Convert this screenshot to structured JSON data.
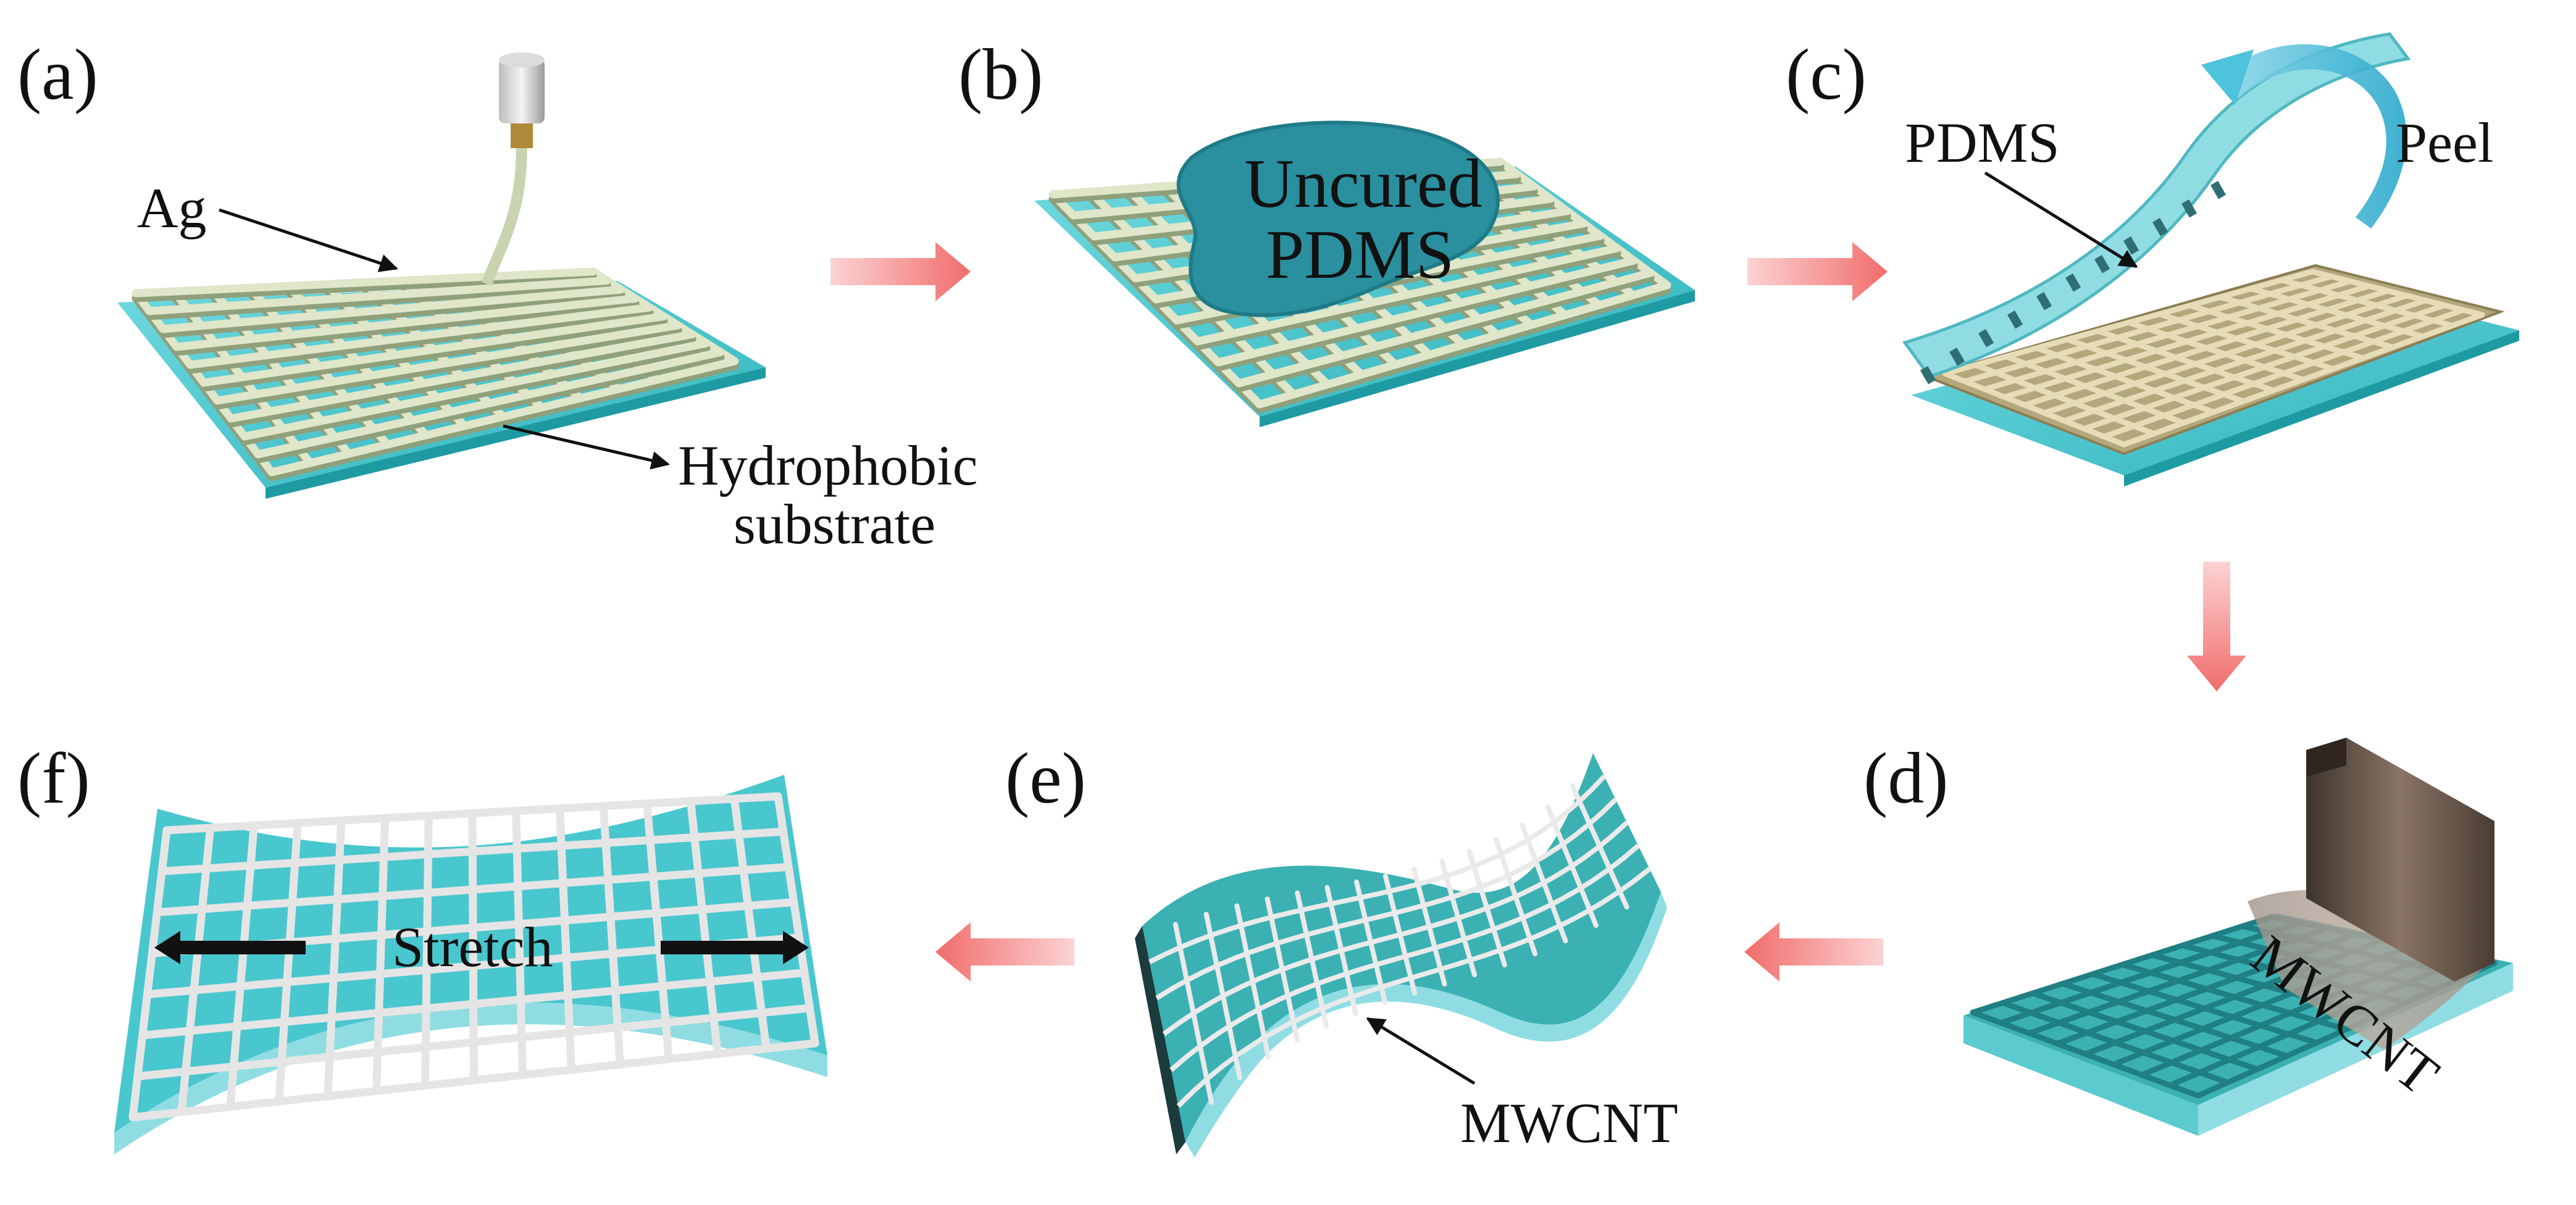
{
  "figure": {
    "colors": {
      "substrate": "#49c7cf",
      "substrate_side": "#1e9aa3",
      "silver_grid": "#dfe6c9",
      "pdms_blob": "#2a8f9e",
      "pdms_light": "#9ee2e6",
      "arrow": "#f58585",
      "peel_arrow": "#4ec3dc",
      "blade": "#6b574a",
      "mwcnt_fill": "#cdbfb5"
    },
    "panels": [
      {
        "label": "(a)",
        "texts": {
          "ag": "Ag",
          "hydrophobic": "Hydrophobic",
          "substrate": "substrate"
        }
      },
      {
        "label": "(b)",
        "texts": {
          "uncured": "Uncured",
          "pdms": "PDMS"
        }
      },
      {
        "label": "(c)",
        "texts": {
          "pdms": "PDMS",
          "peel": "Peel"
        }
      },
      {
        "label": "(d)",
        "texts": {
          "mwcnt": "MWCNT"
        }
      },
      {
        "label": "(e)",
        "texts": {
          "mwcnt": "MWCNT"
        }
      },
      {
        "label": "(f)",
        "texts": {
          "stretch": "Stretch"
        }
      }
    ],
    "flow_arrows": [
      "a-to-b",
      "b-to-c",
      "c-to-d",
      "d-to-e",
      "e-to-f"
    ]
  }
}
